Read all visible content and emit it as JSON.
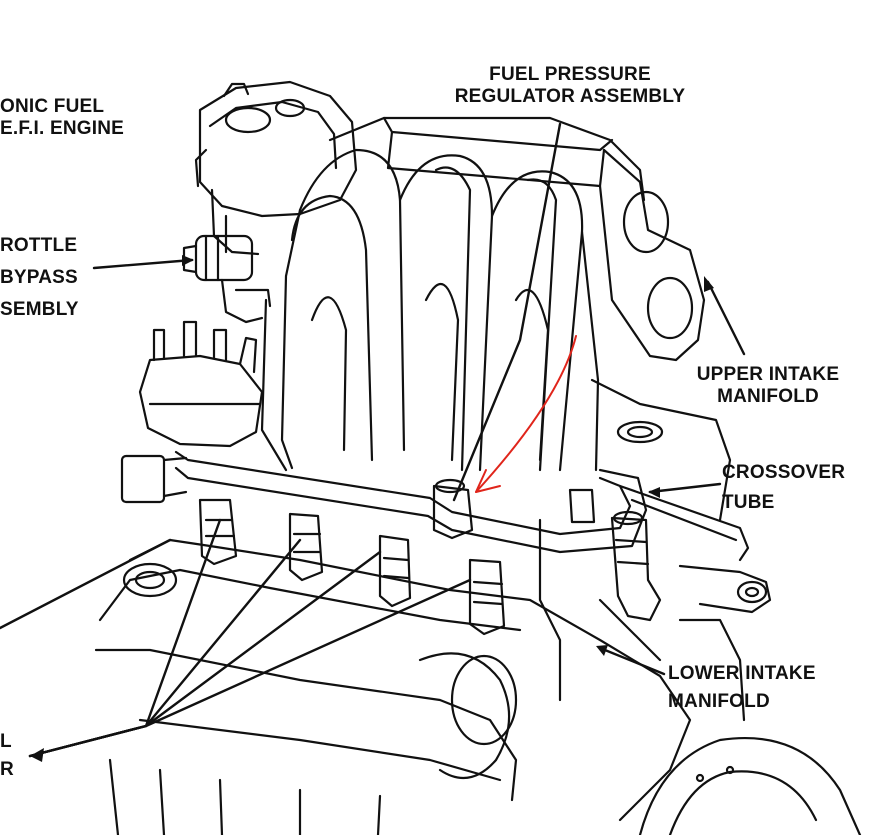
{
  "colors": {
    "ink": "#111111",
    "paper": "#ffffff",
    "annotation": "#e0251b"
  },
  "labels": {
    "fuel_pressure_regulator": [
      "FUEL PRESSURE",
      "REGULATOR ASSEMBLY"
    ],
    "electronic_fuel": [
      "ONIC FUEL",
      "E.F.I. ENGINE"
    ],
    "throttle_bypass": [
      "ROTTLE",
      "BYPASS",
      "SEMBLY"
    ],
    "upper_intake": [
      "UPPER INTAKE",
      "MANIFOLD"
    ],
    "crossover_tube": [
      "CROSSOVER",
      "TUBE"
    ],
    "lower_intake": [
      "LOWER INTAKE",
      "MANIFOLD"
    ],
    "fuel_injector": [
      "L",
      "R"
    ]
  }
}
